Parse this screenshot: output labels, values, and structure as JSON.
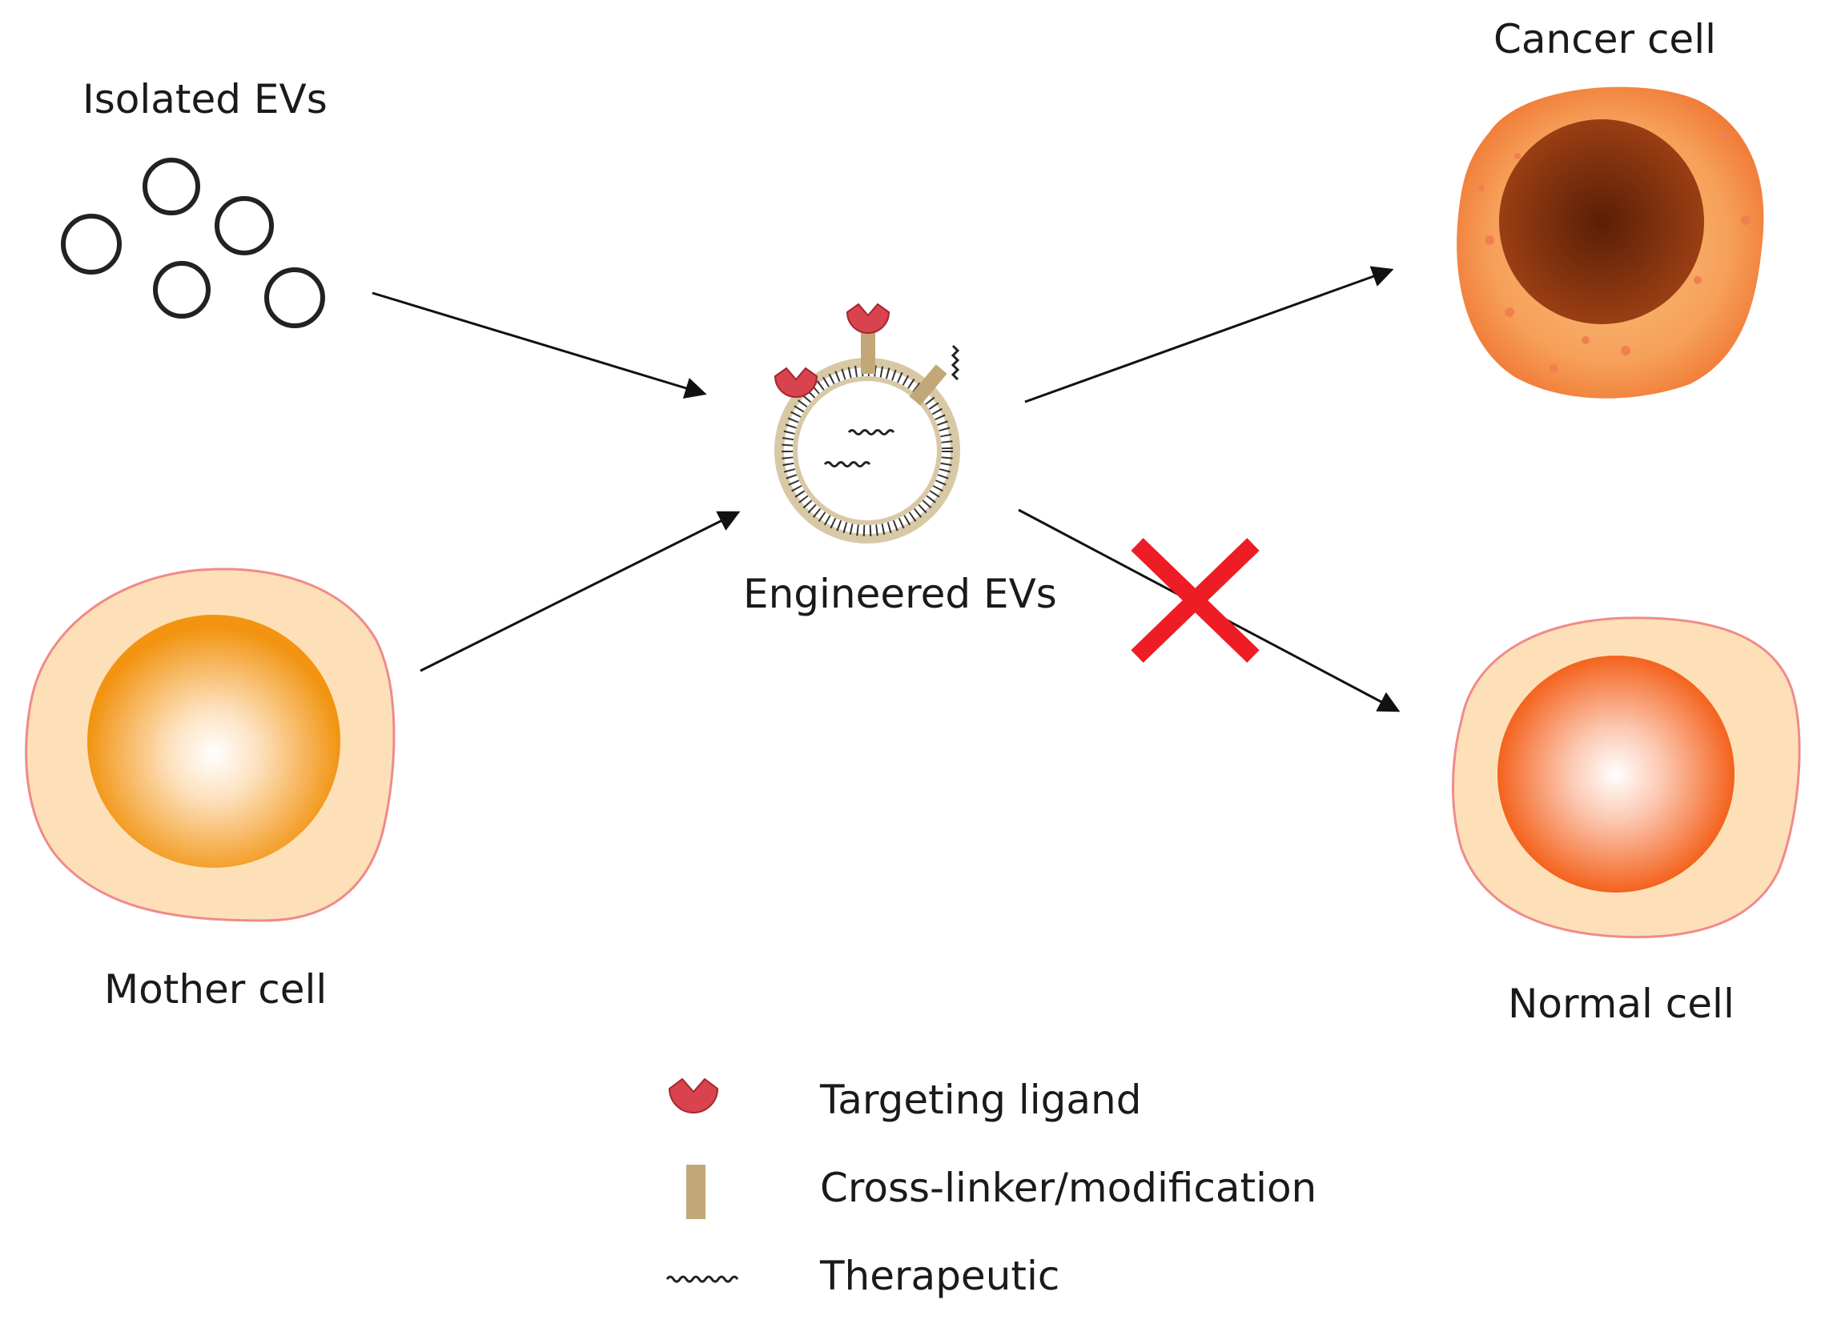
{
  "labels": {
    "isolated_evs": "Isolated EVs",
    "mother_cell": "Mother cell",
    "engineered_evs": "Engineered EVs",
    "cancer_cell": "Cancer cell",
    "normal_cell": "Normal cell"
  },
  "legend": [
    {
      "icon": "targeting-ligand-icon",
      "label": "Targeting ligand"
    },
    {
      "icon": "cross-linker-icon",
      "label": "Cross-linker/modification"
    },
    {
      "icon": "therapeutic-icon",
      "label": "Therapeutic"
    }
  ],
  "colors": {
    "arrow": "#111111",
    "ligand": "#d9434e",
    "linker": "#c2a878",
    "cross_mark": "#ee1c24",
    "cell_cytoplasm": "#fde0b8",
    "cell_outline": "#f08a8a",
    "mother_nucleus": "#f29411",
    "normal_nucleus": "#f36a1f",
    "cancer_outer": "#f07a35",
    "cancer_nucleus": "#7a2e0c"
  }
}
